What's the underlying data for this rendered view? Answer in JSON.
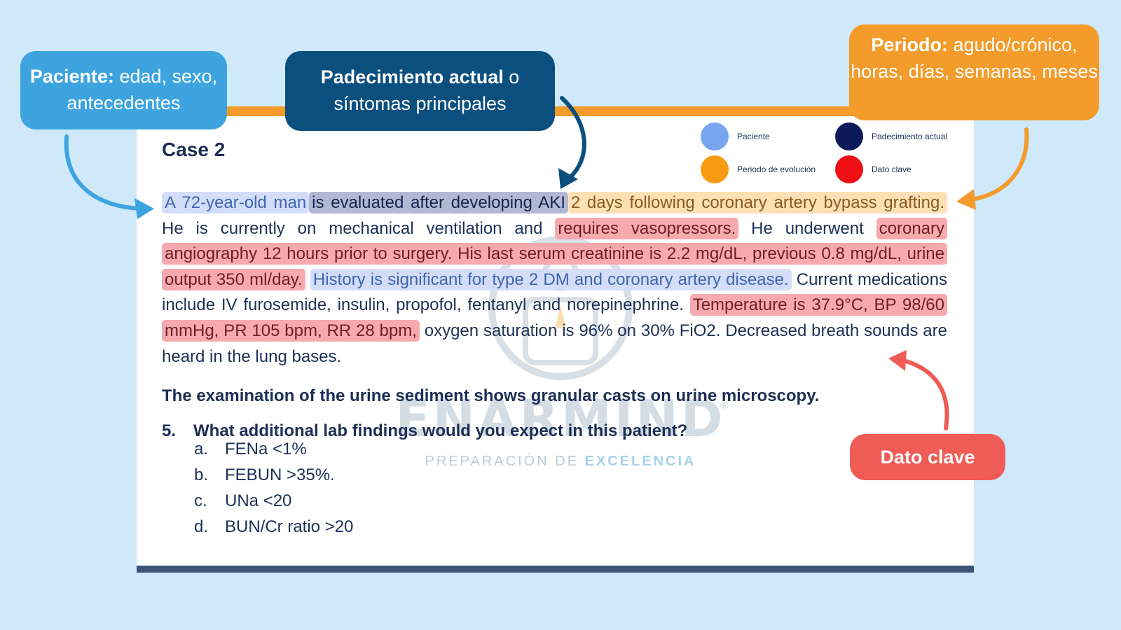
{
  "callouts": {
    "paciente": {
      "bold": "Paciente:",
      "rest": " edad, sexo, antecedentes"
    },
    "padecimiento": {
      "bold": "Padecimiento actual",
      "rest": " o síntomas principales"
    },
    "periodo": {
      "bold": "Periodo:",
      "rest": " agudo/crónico, horas, días, semanas, meses"
    },
    "dato": "Dato clave"
  },
  "card": {
    "title": "Case 2"
  },
  "legend": [
    {
      "label": "Paciente",
      "color": "#7aa5ef"
    },
    {
      "label": "Padecimiento actual",
      "color": "#0c1a5c"
    },
    {
      "label": "Periodo de evolución",
      "color": "#f79c12"
    },
    {
      "label": "Dato clave",
      "color": "#ef0f16"
    }
  ],
  "colors": {
    "background": "#cfe9fb",
    "orange": "#f39b2b",
    "light_blue": "#3da4df",
    "navy": "#0b4f7f",
    "red": "#ef5b55"
  },
  "case_text": {
    "s1": "A 72-year-old man",
    "s2": "is evaluated after developing AKI",
    "s3": "2 days following coronary artery bypass grafting.",
    "s4": " He is currently on mechanical ventilation and ",
    "s5": "requires vasopressors.",
    "s6": " He underwent ",
    "s7": "coronary angiography 12 hours prior to surgery. His last serum creatinine is 2.2 mg/dL, previous 0.8 mg/dL, urine output 350 ml/day.",
    "s8": "History is significant for type 2 DM and coronary artery disease.",
    "s9": " Current medications include IV furosemide, insulin, propofol, fentanyl and norepinephrine. ",
    "s10": "Temperature is 37.9°C, BP 98/60 mmHg, PR 105 bpm, RR 28 bpm,",
    "s11": " oxygen saturation is 96% on 30% FiO2. Decreased breath sounds are heard in the lung bases."
  },
  "key_finding": "The examination of the urine sediment shows granular casts on urine microscopy.",
  "question": {
    "number": "5.",
    "text": "What additional lab findings would you expect in this patient?",
    "options": [
      {
        "letter": "a.",
        "text": "FENa <1%"
      },
      {
        "letter": "b.",
        "text": "FEBUN >35%."
      },
      {
        "letter": "c.",
        "text": "UNa <20"
      },
      {
        "letter": "d.",
        "text": "BUN/Cr ratio >20"
      }
    ]
  },
  "watermark": {
    "title": "ENARMIND",
    "reg": "®",
    "sub1": "PREPARACIÓN DE ",
    "sub2": "EXCELENCIA"
  }
}
